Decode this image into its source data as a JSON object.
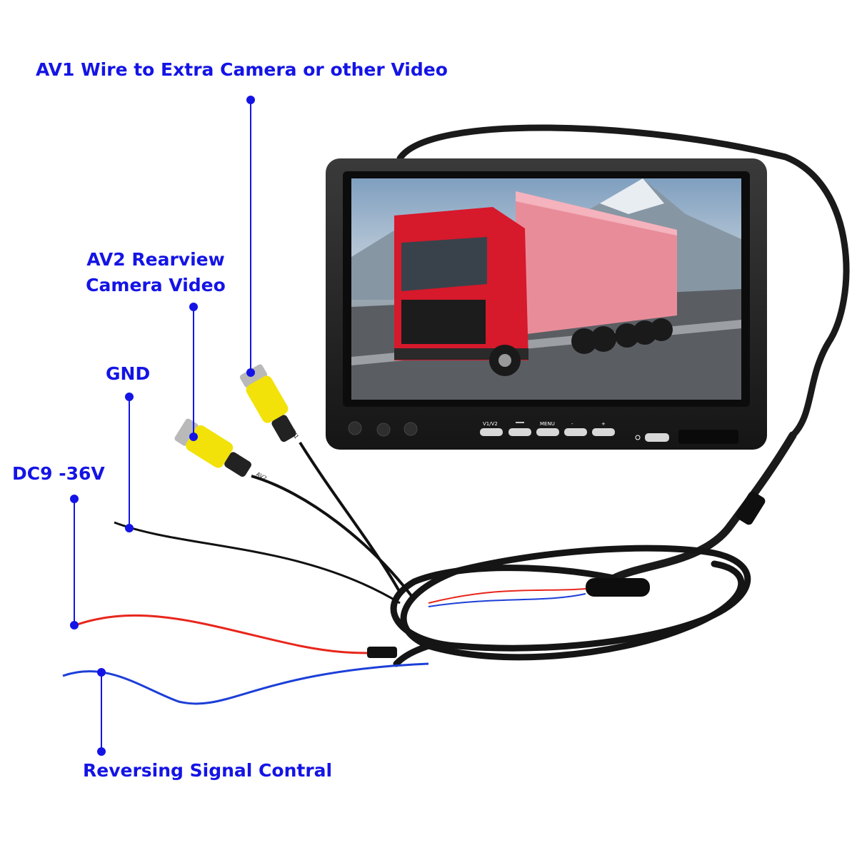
{
  "labels": {
    "av1": "AV1 Wire to Extra Camera or other Video",
    "av2_line1": "AV2 Rearview",
    "av2_line2": "Camera Video",
    "gnd": "GND",
    "dc": "DC9 -36V",
    "reversing": "Reversing Signal Contral"
  },
  "monitor": {
    "buttons": {
      "v1v2": "V1/V2",
      "menu": "MENU",
      "minus": "-",
      "plus": "+"
    }
  },
  "plugs": {
    "av1_tag": "AV1",
    "av2_tag": "AV2"
  },
  "colors": {
    "callout": "#1414e6",
    "rca_yellow": "#f2e20a",
    "wire_red": "#e8261c",
    "wire_blue": "#1c3fd8",
    "wire_black": "#111111"
  }
}
